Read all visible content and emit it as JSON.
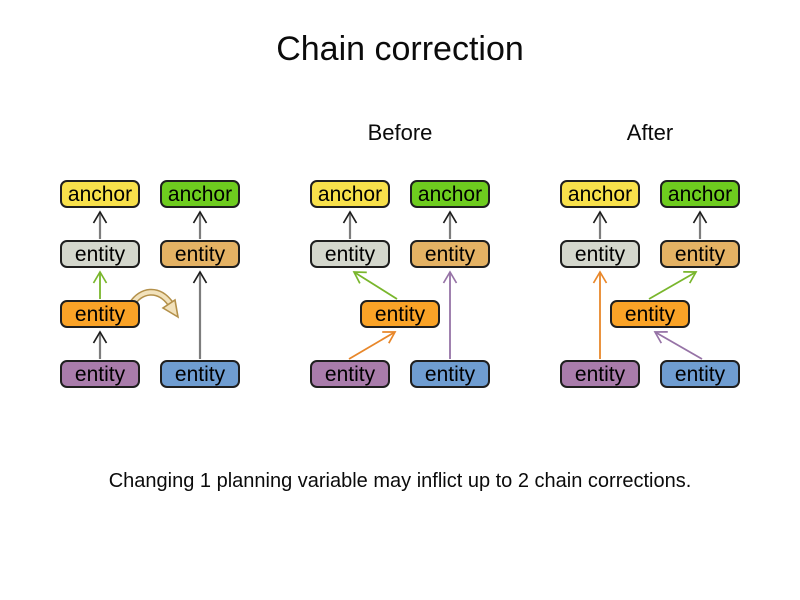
{
  "title": "Chain correction",
  "section_labels": {
    "before": "Before",
    "after": "After"
  },
  "caption": "Changing 1 planning variable may inflict up to 2 chain corrections.",
  "labels": {
    "anchor": "anchor",
    "entity": "entity"
  },
  "colors": {
    "background": "#ffffff",
    "text": "#0b0b0b",
    "box_border": "#1f1f1f",
    "anchor_yellow": "#f8e14b",
    "anchor_green": "#6ecc1f",
    "entity_gray": "#d4d7cd",
    "entity_tan": "#e4b264",
    "entity_orange": "#faa327",
    "entity_purple": "#a97cab",
    "entity_blue": "#6f9dd1",
    "arrow_shaft_gray": "#7d7d7d",
    "arrow_head_black": "#1c1c1c",
    "arrow_green": "#79b62c",
    "arrow_orange": "#e8872a",
    "arrow_purple": "#9673a6",
    "move_arrow_fill": "#f2e2bc",
    "move_arrow_outline": "#b3904a"
  },
  "diagram_structure": {
    "initial_group": {
      "chain_1": [
        "anchor:yellow",
        "entity:gray",
        "entity:orange",
        "entity:purple"
      ],
      "chain_2": [
        "anchor:green",
        "entity:tan",
        "entity:blue"
      ],
      "arrows": [
        "purple entity -> orange entity (gray)",
        "orange entity -> gray entity (green)",
        "gray entity -> yellow anchor (gray)",
        "blue entity -> tan entity (gray)",
        "tan entity -> green anchor (gray)",
        "curved tan move arrow: orange entity -> chain 2"
      ]
    },
    "before_group": {
      "chain_1": [
        "anchor:yellow",
        "entity:gray"
      ],
      "chain_2": [
        "anchor:green",
        "entity:tan",
        "entity:blue"
      ],
      "middle_entity": "entity:orange",
      "arrows": [
        "gray entity -> yellow anchor (gray)",
        "tan entity -> green anchor (gray)",
        "orange entity -> gray entity (green diagonal)",
        "purple entity -> orange entity (orange diagonal)",
        "blue entity -> tan entity (purple vertical)"
      ]
    },
    "after_group": {
      "chain_1": [
        "anchor:yellow",
        "entity:gray"
      ],
      "chain_2": [
        "anchor:green",
        "entity:tan",
        "entity:blue"
      ],
      "middle_entity": "entity:orange",
      "arrows": [
        "gray entity -> yellow anchor (gray)",
        "tan entity -> green anchor (gray)",
        "purple entity -> gray entity (orange vertical)",
        "orange entity -> tan entity (green diagonal)",
        "blue entity -> orange entity (purple diagonal)"
      ]
    }
  }
}
